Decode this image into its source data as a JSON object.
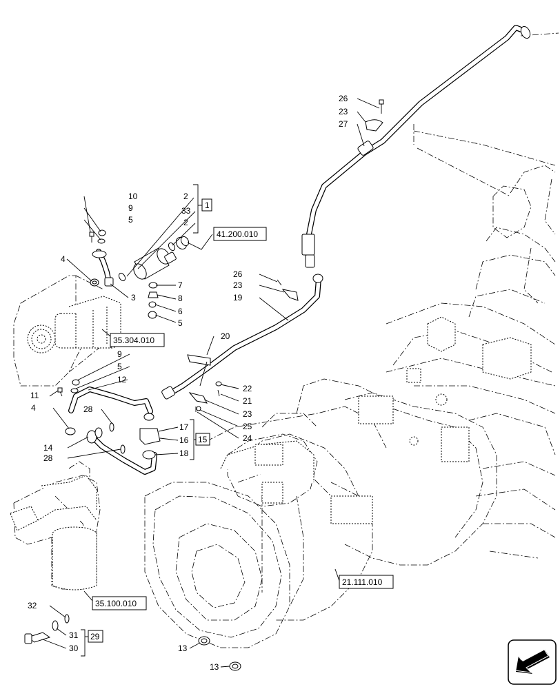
{
  "callouts": {
    "c26a": "26",
    "c23a": "23",
    "c27": "27",
    "c10": "10",
    "c9a": "9",
    "c5a": "5",
    "c4a": "4",
    "c3": "3",
    "c2a": "2",
    "c33": "33",
    "c2b": "2",
    "c7": "7",
    "c8": "8",
    "c6": "6",
    "c5b": "5",
    "c26b": "26",
    "c23b": "23",
    "c19": "19",
    "c20": "20",
    "c9b": "9",
    "c5c": "5",
    "c12": "12",
    "c11": "11",
    "c4b": "4",
    "c28a": "28",
    "c14": "14",
    "c28b": "28",
    "c17": "17",
    "c16": "16",
    "c18": "18",
    "c22": "22",
    "c21": "21",
    "c23c": "23",
    "c25": "25",
    "c24": "24",
    "c32": "32",
    "c31": "31",
    "c30": "30",
    "c13a": "13",
    "c13b": "13"
  },
  "groups": {
    "g1": "1",
    "g15": "15",
    "g29": "29"
  },
  "references": {
    "r41200010": "41.200.010",
    "r35304010": "35.304.010",
    "r35100010": "35.100.010",
    "r21111010": "21.111.010"
  },
  "icons": {
    "nav": "direction-arrow-icon"
  }
}
